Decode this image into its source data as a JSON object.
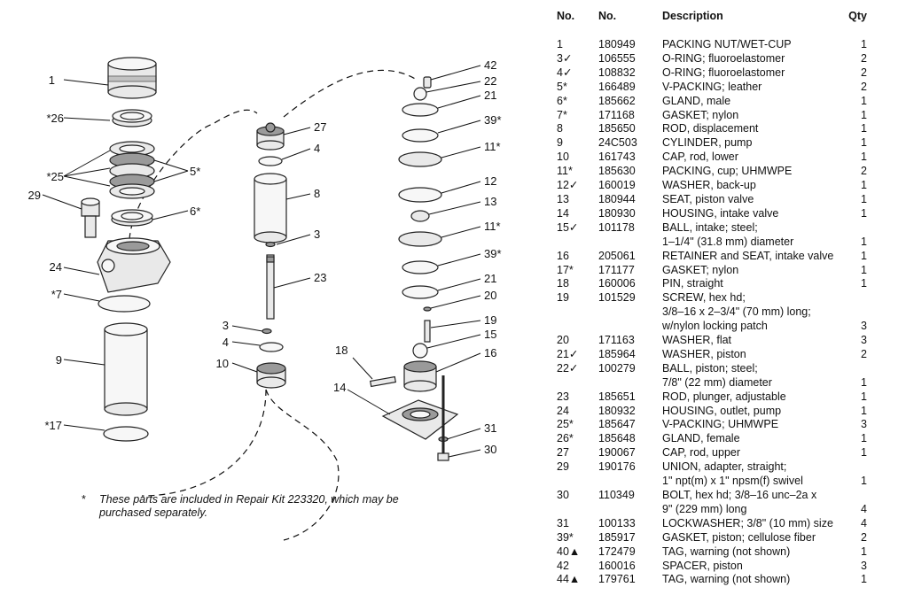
{
  "diagram": {
    "callouts": [
      "1",
      "*26",
      "*25",
      "5*",
      "29",
      "6*",
      "24",
      "*7",
      "9",
      "*17",
      "27",
      "4",
      "8",
      "3",
      "23",
      "3",
      "4",
      "10",
      "42",
      "22",
      "21",
      "39*",
      "11*",
      "12",
      "13",
      "11*",
      "39*",
      "21",
      "20",
      "19",
      "15",
      "18",
      "16",
      "14",
      "31",
      "30"
    ]
  },
  "note": {
    "mark": "*",
    "text": "These parts are included in Repair Kit 223320, which may be purchased separately."
  },
  "table": {
    "headers": {
      "ref": "No.",
      "part": "No.",
      "description": "Description",
      "qty": "Qty"
    },
    "rows": [
      {
        "ref": "1",
        "part": "180949",
        "desc": "PACKING NUT/WET-CUP",
        "qty": "1"
      },
      {
        "ref": "3✓",
        "part": "106555",
        "desc": "O-RING; fluoroelastomer",
        "qty": "2"
      },
      {
        "ref": "4✓",
        "part": "108832",
        "desc": "O-RING; fluoroelastomer",
        "qty": "2"
      },
      {
        "ref": "5*",
        "part": "166489",
        "desc": "V-PACKING; leather",
        "qty": "2"
      },
      {
        "ref": "6*",
        "part": "185662",
        "desc": "GLAND, male",
        "qty": "1"
      },
      {
        "ref": "7*",
        "part": "171168",
        "desc": "GASKET; nylon",
        "qty": "1"
      },
      {
        "ref": "8",
        "part": "185650",
        "desc": "ROD, displacement",
        "qty": "1"
      },
      {
        "ref": "9",
        "part": "24C503",
        "desc": "CYLINDER, pump",
        "qty": "1"
      },
      {
        "ref": "10",
        "part": "161743",
        "desc": "CAP, rod, lower",
        "qty": "1"
      },
      {
        "ref": "11*",
        "part": "185630",
        "desc": "PACKING, cup; UHMWPE",
        "qty": "2"
      },
      {
        "ref": "12✓",
        "part": "160019",
        "desc": "WASHER, back-up",
        "qty": "1"
      },
      {
        "ref": "13",
        "part": "180944",
        "desc": "SEAT, piston valve",
        "qty": "1"
      },
      {
        "ref": "14",
        "part": "180930",
        "desc": "HOUSING, intake valve",
        "qty": "1"
      },
      {
        "ref": "15✓",
        "part": "101178",
        "desc": "BALL, intake; steel;",
        "qty": ""
      },
      {
        "ref": "",
        "part": "",
        "desc": "1–1/4\" (31.8 mm) diameter",
        "qty": "1"
      },
      {
        "ref": "16",
        "part": "205061",
        "desc": "RETAINER and SEAT, intake valve",
        "qty": "1"
      },
      {
        "ref": "17*",
        "part": "171177",
        "desc": "GASKET; nylon",
        "qty": "1"
      },
      {
        "ref": "18",
        "part": "160006",
        "desc": "PIN, straight",
        "qty": "1"
      },
      {
        "ref": "19",
        "part": "101529",
        "desc": "SCREW, hex hd;",
        "qty": ""
      },
      {
        "ref": "",
        "part": "",
        "desc": "3/8–16 x 2–3/4\" (70 mm) long;",
        "qty": ""
      },
      {
        "ref": "",
        "part": "",
        "desc": "w/nylon locking patch",
        "qty": "3"
      },
      {
        "ref": "20",
        "part": "171163",
        "desc": "WASHER, flat",
        "qty": "3"
      },
      {
        "ref": "21✓",
        "part": "185964",
        "desc": "WASHER, piston",
        "qty": "2"
      },
      {
        "ref": "22✓",
        "part": "100279",
        "desc": "BALL, piston; steel;",
        "qty": ""
      },
      {
        "ref": "",
        "part": "",
        "desc": "7/8\" (22 mm) diameter",
        "qty": "1"
      },
      {
        "ref": "23",
        "part": "185651",
        "desc": "ROD, plunger, adjustable",
        "qty": "1"
      },
      {
        "ref": "24",
        "part": "180932",
        "desc": "HOUSING, outlet, pump",
        "qty": "1"
      },
      {
        "ref": "25*",
        "part": "185647",
        "desc": "V-PACKING; UHMWPE",
        "qty": "3"
      },
      {
        "ref": "26*",
        "part": "185648",
        "desc": "GLAND, female",
        "qty": "1"
      },
      {
        "ref": "27",
        "part": "190067",
        "desc": "CAP, rod, upper",
        "qty": "1"
      },
      {
        "ref": "29",
        "part": "190176",
        "desc": "UNION, adapter, straight;",
        "qty": ""
      },
      {
        "ref": "",
        "part": "",
        "desc": "1\" npt(m) x 1\" npsm(f) swivel",
        "qty": "1"
      },
      {
        "ref": "30",
        "part": "110349",
        "desc": "BOLT, hex hd; 3/8–16 unc–2a x",
        "qty": ""
      },
      {
        "ref": "",
        "part": "",
        "desc": "9\" (229 mm) long",
        "qty": "4"
      },
      {
        "ref": "31",
        "part": "100133",
        "desc": "LOCKWASHER; 3/8\" (10 mm) size",
        "qty": "4"
      },
      {
        "ref": "39*",
        "part": "185917",
        "desc": "GASKET, piston; cellulose fiber",
        "qty": "2"
      },
      {
        "ref": "40▲",
        "part": "172479",
        "desc": "TAG, warning (not shown)",
        "qty": "1"
      },
      {
        "ref": "42",
        "part": "160016",
        "desc": "SPACER, piston",
        "qty": "3"
      },
      {
        "ref": "44▲",
        "part": "179761",
        "desc": "TAG, warning (not shown)",
        "qty": "1"
      }
    ]
  }
}
